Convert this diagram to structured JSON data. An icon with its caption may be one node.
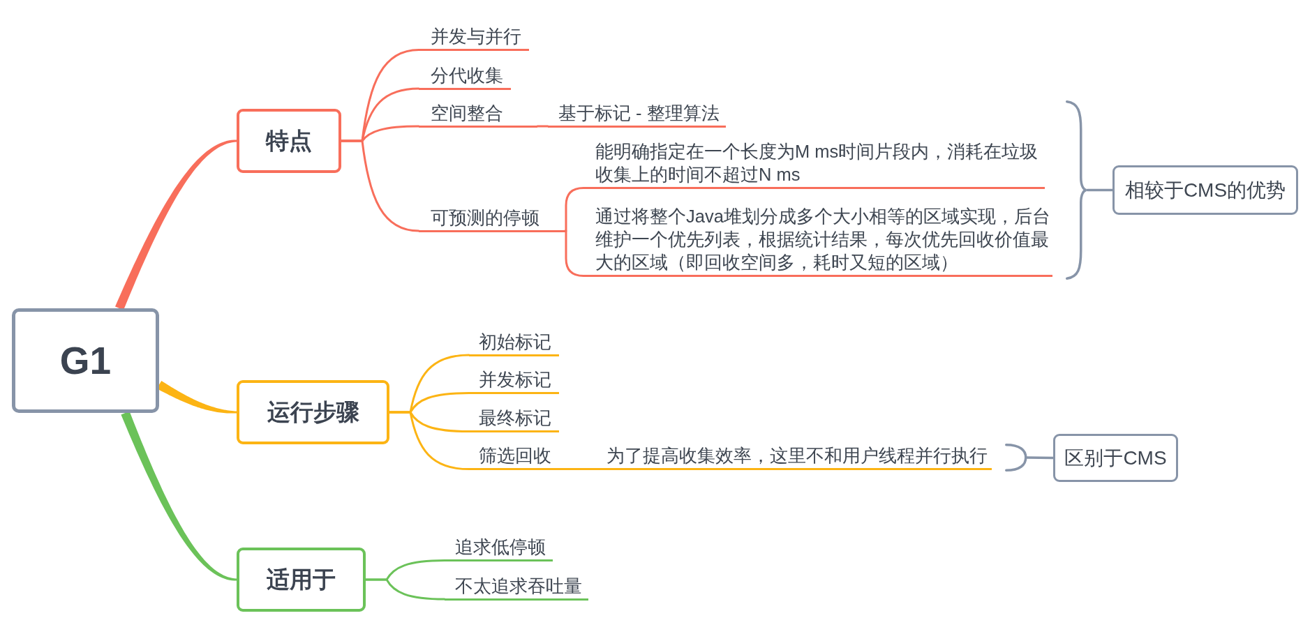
{
  "diagram": {
    "nodes": [
      {
        "text": [
          "G1"
        ]
      },
      {
        "text": [
          "特点"
        ]
      },
      {
        "text": [
          "并发与并行"
        ]
      },
      {
        "text": [
          "分代收集"
        ]
      },
      {
        "text": [
          "空间整合"
        ]
      },
      {
        "text": [
          "基于标记 - 整理算法"
        ]
      },
      {
        "text": [
          "可预测的停顿"
        ]
      },
      {
        "text": [
          "能明确指定在一个长度为M ms时间片段内，消耗在垃圾收集上的时间不超过N ms"
        ]
      },
      {
        "text": [
          "通过将整个Java堆划分成多个大小相等的区域实现，后台维护一个优先列表，根据统计结果，每次优先回收价值最大的区域（即回收空间多，耗时又短的区域）"
        ]
      },
      {
        "text": [],
        "shape": "brace"
      },
      {
        "text": [
          "相较于CMS的优势"
        ]
      },
      {
        "text": [
          "运行步骤"
        ]
      },
      {
        "text": [
          "初始标记"
        ]
      },
      {
        "text": [
          "并发标记"
        ]
      },
      {
        "text": [
          "最终标记"
        ]
      },
      {
        "text": [
          "筛选回收"
        ]
      },
      {
        "text": [
          "为了提高收集效率，这里不和用户线程并行执行"
        ]
      },
      {
        "text": [],
        "shape": "brace"
      },
      {
        "text": [
          "区别于CMS"
        ]
      },
      {
        "text": [
          "适用于"
        ]
      },
      {
        "text": [
          "追求低停顿"
        ]
      },
      {
        "text": [
          "不太追求吞吐量"
        ]
      }
    ],
    "edges": [
      {
        "from": 0,
        "to": 1,
        "arrow": "none",
        "style": "thick",
        "color": "#f86e5b"
      },
      {
        "from": 0,
        "to": 11,
        "arrow": "none",
        "style": "thick",
        "color": "#fcb414"
      },
      {
        "from": 0,
        "to": 19,
        "arrow": "none",
        "style": "thick",
        "color": "#6bc259"
      },
      {
        "from": 1,
        "to": 2,
        "arrow": "none",
        "color": "#f86e5b"
      },
      {
        "from": 1,
        "to": 3,
        "arrow": "none",
        "color": "#f86e5b"
      },
      {
        "from": 1,
        "to": 4,
        "arrow": "none",
        "color": "#f86e5b"
      },
      {
        "from": 1,
        "to": 6,
        "arrow": "none",
        "color": "#f86e5b"
      },
      {
        "from": 4,
        "to": 5,
        "arrow": "none",
        "color": "#f86e5b"
      },
      {
        "from": 6,
        "to": 7,
        "arrow": "none",
        "color": "#f86e5b"
      },
      {
        "from": 6,
        "to": 8,
        "arrow": "none",
        "color": "#f86e5b"
      },
      {
        "from": 9,
        "to": 10,
        "arrow": "none",
        "color": "#8794a8"
      },
      {
        "from": 11,
        "to": 12,
        "arrow": "none",
        "color": "#fcb414"
      },
      {
        "from": 11,
        "to": 13,
        "arrow": "none",
        "color": "#fcb414"
      },
      {
        "from": 11,
        "to": 14,
        "arrow": "none",
        "color": "#fcb414"
      },
      {
        "from": 11,
        "to": 15,
        "arrow": "none",
        "color": "#fcb414"
      },
      {
        "from": 15,
        "to": 16,
        "arrow": "none",
        "color": "#fcb414"
      },
      {
        "from": 17,
        "to": 18,
        "arrow": "none",
        "color": "#8794a8"
      },
      {
        "from": 19,
        "to": 20,
        "arrow": "none",
        "color": "#6bc259"
      },
      {
        "from": 19,
        "to": 21,
        "arrow": "none",
        "color": "#6bc259"
      }
    ]
  }
}
